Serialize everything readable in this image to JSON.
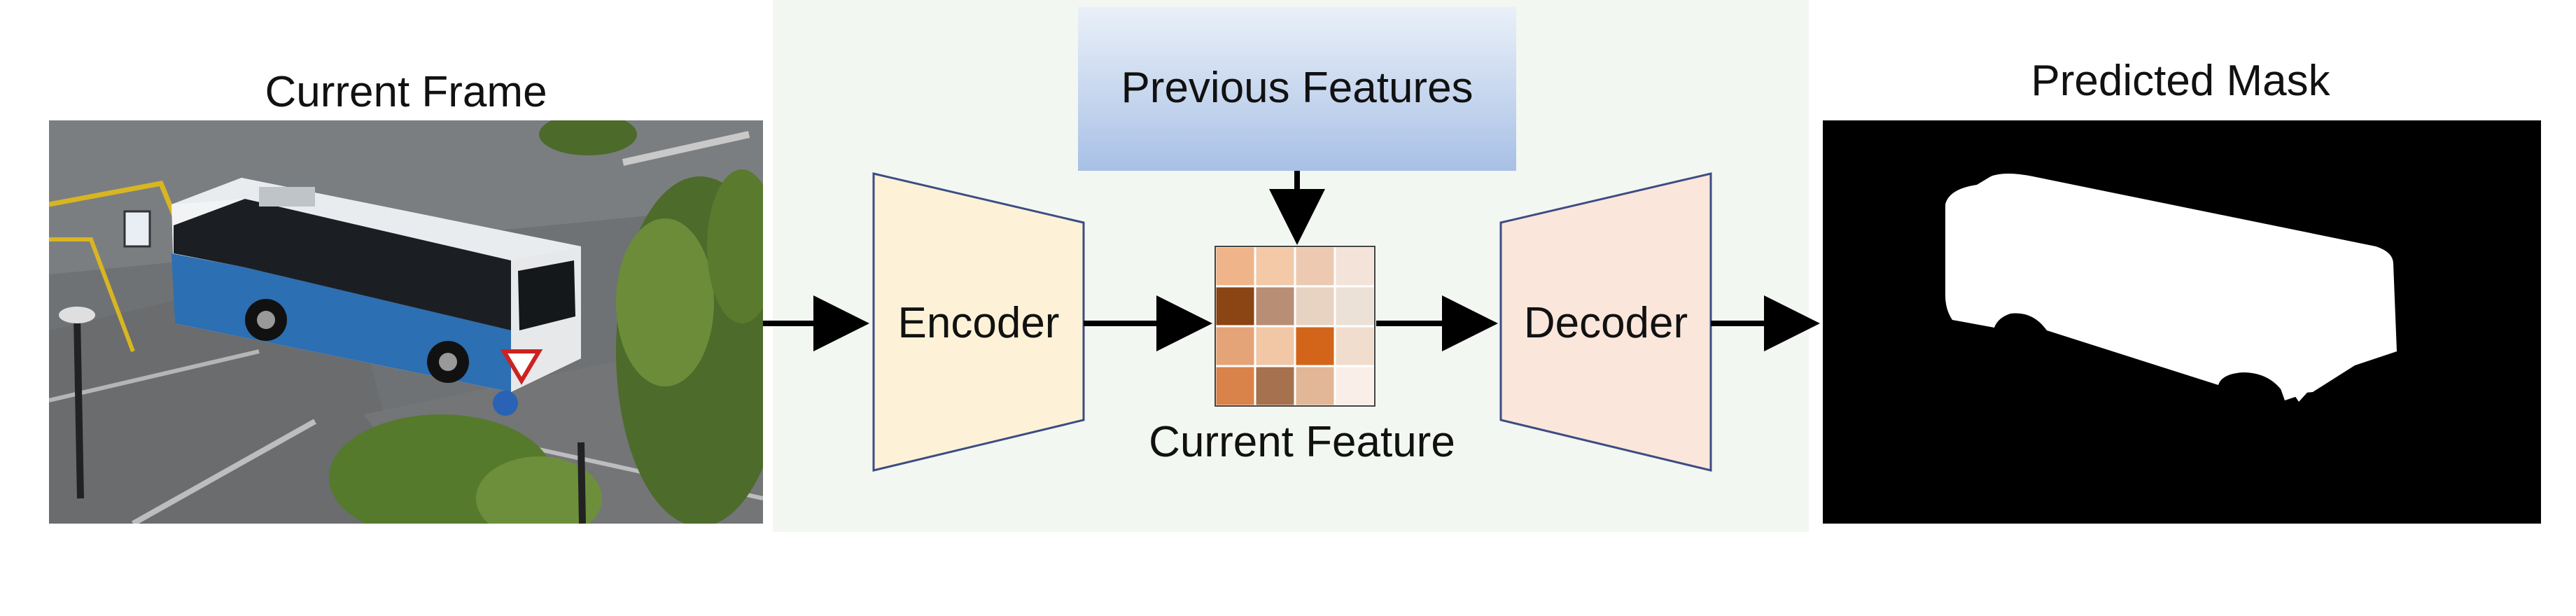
{
  "labels": {
    "current_frame": "Current Frame",
    "previous_features": "Previous Features",
    "encoder": "Encoder",
    "current_feature": "Current Feature",
    "decoder": "Decoder",
    "predicted_mask": "Predicted Mask"
  },
  "colors": {
    "panel_background": "#f3f7f1",
    "encoder_fill": "#fdf2d8",
    "decoder_fill": "#fbe6dc",
    "trapezoid_stroke": "#3c4c84",
    "arrow": "#000000",
    "mask_background": "#000000",
    "mask_foreground": "#ffffff"
  },
  "feature_grid": {
    "rows": 4,
    "cols": 4,
    "cells": [
      "#f0b48a",
      "#f3c9a8",
      "#ecc9b0",
      "#f3e3d8",
      "#8b4515",
      "#b88e74",
      "#e8d3c3",
      "#ebe1d7",
      "#e5a477",
      "#f2c7a6",
      "#d2651a",
      "#f1ddcd",
      "#d9824a",
      "#a5714e",
      "#e2b797",
      "#f9efe8"
    ]
  }
}
